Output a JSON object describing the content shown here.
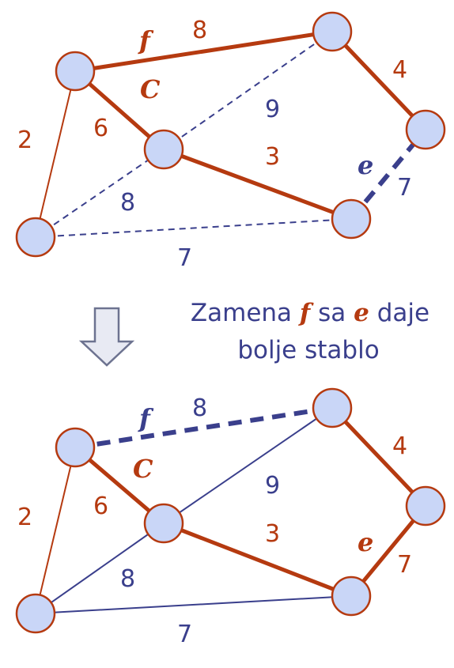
{
  "colors": {
    "tree": "#b53a10",
    "other": "#3a3f8c",
    "node_fill": "#c9d6f7",
    "node_stroke": "#b53a10",
    "arrow_fill": "#e8eaf3",
    "arrow_stroke": "#6d7390"
  },
  "caption": {
    "prefix": "Zamena",
    "f": "f",
    "mid": "sa",
    "e": "e",
    "suffix": "daje",
    "line2": "bolje stablo"
  },
  "top_graph": {
    "edge_labels": {
      "f_weight": "8",
      "right_top": "4",
      "left": "2",
      "c_weight": "6",
      "diag": "9",
      "mid": "3",
      "lower_left": "8",
      "e_weight": "7",
      "bottom": "7"
    },
    "letters": {
      "f": "f",
      "c": "C",
      "e": "e"
    }
  },
  "bottom_graph": {
    "edge_labels": {
      "f_weight": "8",
      "right_top": "4",
      "left": "2",
      "c_weight": "6",
      "diag": "9",
      "mid": "3",
      "lower_left": "8",
      "e_weight": "7",
      "bottom": "7"
    },
    "letters": {
      "f": "f",
      "c": "C",
      "e": "e"
    }
  }
}
